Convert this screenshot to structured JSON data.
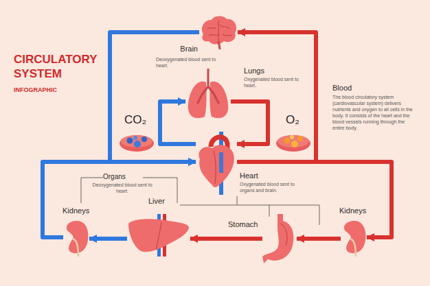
{
  "diagram": {
    "title": "CIRCULATORY SYSTEM",
    "nodes": [
      {
        "text": [
          "Brain",
          "Deoxygenated blood sent to heart."
        ]
      },
      {
        "text": [
          "Lungs",
          "Oxygenated blood sent to heart."
        ]
      },
      {
        "text": [
          "Heart",
          "Oxygenated blood sent to organs and brain."
        ]
      },
      {
        "text": [
          "Kidneys"
        ]
      },
      {
        "text": [
          "Liver"
        ]
      },
      {
        "text": [
          "Stomach"
        ]
      },
      {
        "text": [
          "Kidneys"
        ]
      }
    ],
    "edges": [
      {
        "from": 0,
        "to": 2,
        "arrow": "to"
      },
      {
        "from": 2,
        "to": 0,
        "arrow": "to"
      },
      {
        "from": 2,
        "to": 1,
        "arrow": "to"
      },
      {
        "from": 1,
        "to": 2,
        "arrow": "to"
      },
      {
        "from": 2,
        "to": 6,
        "arrow": "to"
      },
      {
        "from": 6,
        "to": 5,
        "arrow": "to"
      },
      {
        "from": 5,
        "to": 4,
        "arrow": "to"
      },
      {
        "from": 4,
        "to": 3,
        "arrow": "to"
      },
      {
        "from": 3,
        "to": 2,
        "arrow": "to"
      }
    ],
    "labels": [
      "INFOGRAPHIC",
      "CO₂",
      "O₂",
      "Blood",
      "The blood circulatory system (cardiovascular system) delivers nutrients and oxygen to all cells in the body. It consists of the heart and the blood vessels running through the entire body.",
      "Organs",
      "Deoxygenated blood sent to heart."
    ]
  }
}
